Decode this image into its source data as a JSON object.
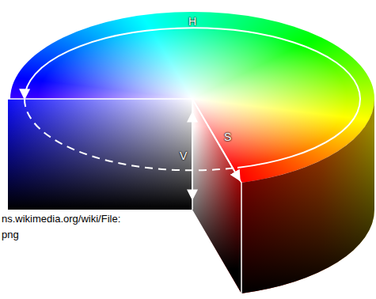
{
  "diagram": {
    "labels": [
      "H",
      "S",
      "V",
      "ns.wikimedia.org/wiki/File:",
      "png"
    ]
  }
}
